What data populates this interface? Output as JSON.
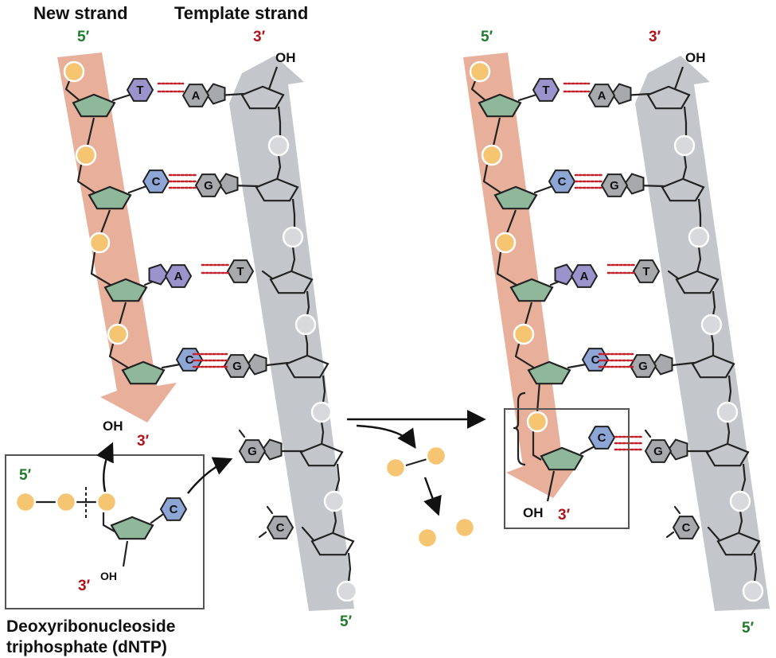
{
  "labels": {
    "new_strand": "New strand",
    "template_strand": "Template strand",
    "five_prime": "5′",
    "three_prime": "3′",
    "oh": "OH",
    "dntp_line1": "Deoxyribonucleoside",
    "dntp_line2": "triphosphate (dNTP)"
  },
  "left_panel": {
    "new_strand_bases": [
      "T",
      "C",
      "A",
      "C"
    ],
    "template_bases": [
      "A",
      "G",
      "T",
      "G",
      "G",
      "C"
    ]
  },
  "right_panel": {
    "new_strand_bases": [
      "T",
      "C",
      "A",
      "C",
      "C"
    ],
    "template_bases": [
      "A",
      "G",
      "T",
      "G",
      "G",
      "C"
    ]
  },
  "incoming_dntp_base": "C",
  "colors": {
    "new_strand_band": "#e8b09a",
    "template_band": "#c3c6ca",
    "sugar": "#8fb89b",
    "phosphate": "#f6c572",
    "base_T_A": "#9b93cc",
    "base_C": "#8ea6d6",
    "base_template": "#a7a9ac",
    "hbond": "#c4202a"
  }
}
